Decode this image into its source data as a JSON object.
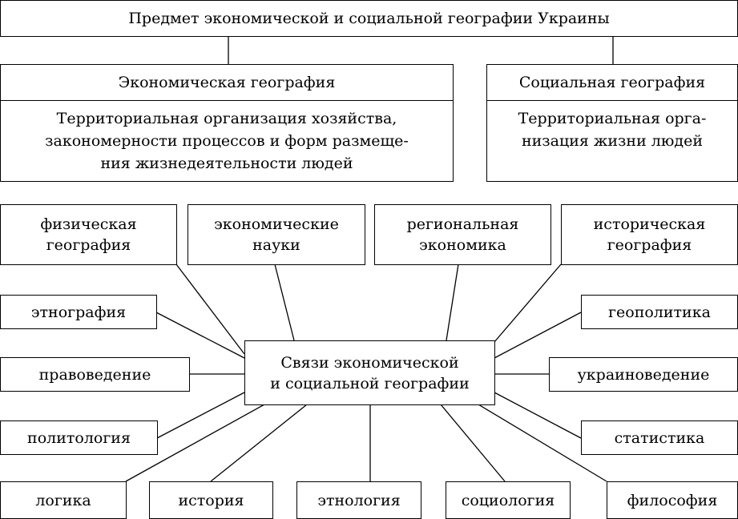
{
  "title": "Предмет экономической и социальной географии Украины",
  "economic": {
    "header": "Экономическая география",
    "lines": [
      "Территориальная организация хозяйства,",
      "закономерности процессов и форм размеще-",
      "ния жизнедеятельности людей"
    ]
  },
  "social": {
    "header": "Социальная география",
    "lines": [
      "Территориальная орга-",
      "низация жизни людей"
    ]
  },
  "center": {
    "lines": [
      "Связи экономической",
      "и социальной географии"
    ]
  },
  "top_row": [
    {
      "lines": [
        "физическая",
        "география"
      ]
    },
    {
      "lines": [
        "экономические",
        "науки"
      ]
    },
    {
      "lines": [
        "региональная",
        "экономика"
      ]
    },
    {
      "lines": [
        "историческая",
        "география"
      ]
    }
  ],
  "left": [
    "этнография",
    "правоведение",
    "политология"
  ],
  "right": [
    "геополитика",
    "украиноведение",
    "статистика"
  ],
  "bottom": [
    "логика",
    "история",
    "этнология",
    "социология",
    "философия"
  ]
}
